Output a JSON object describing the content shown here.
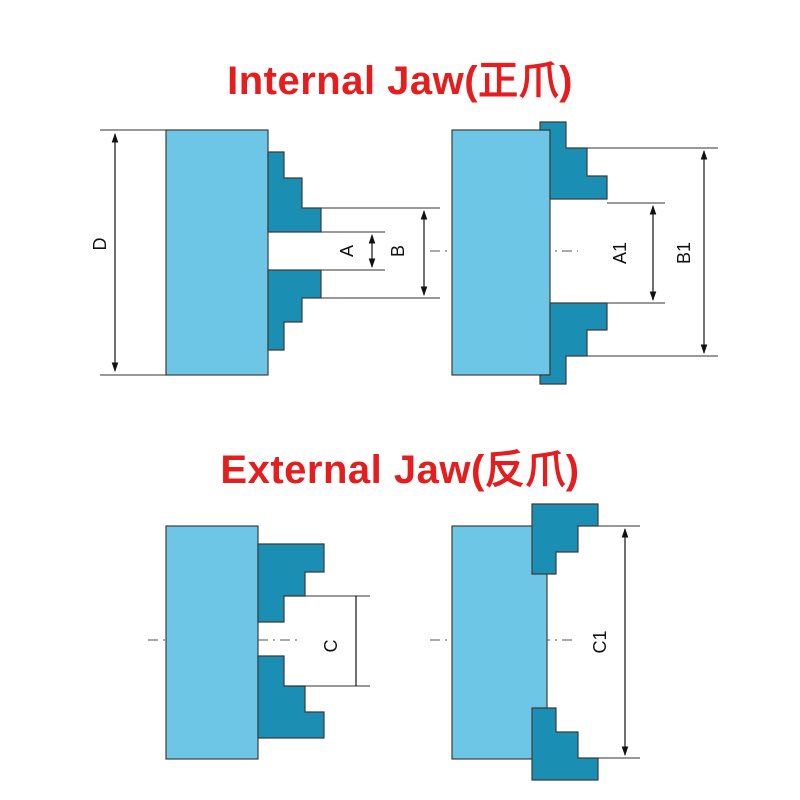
{
  "titles": {
    "internal": "Internal Jaw(正爪)",
    "external": "External Jaw(反爪)"
  },
  "labels": {
    "D": "D",
    "A": "A",
    "B": "B",
    "A1": "A1",
    "B1": "B1",
    "C": "C",
    "C1": "C1"
  },
  "colors": {
    "body": "#6ec6e6",
    "jaw": "#1a8fb3",
    "outline": "#3c3c3c",
    "title": "#e41e1e"
  }
}
